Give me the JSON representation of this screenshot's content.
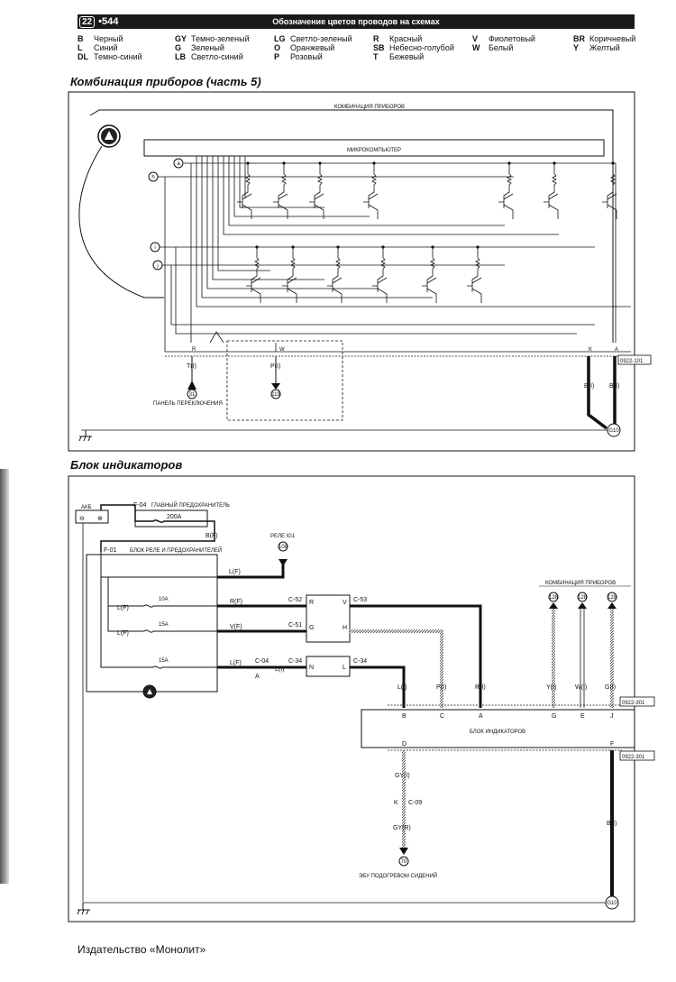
{
  "header": {
    "chapter": "22",
    "page": "544",
    "title": "Обозначение цветов проводов на схемах"
  },
  "legend": [
    [
      {
        "code": "B",
        "name": "Черный"
      },
      {
        "code": "L",
        "name": "Синий"
      },
      {
        "code": "DL",
        "name": "Темно-синий"
      }
    ],
    [
      {
        "code": "GY",
        "name": "Темно-зеленый"
      },
      {
        "code": "G",
        "name": "Зеленый"
      },
      {
        "code": "LB",
        "name": "Светло-синий"
      }
    ],
    [
      {
        "code": "LG",
        "name": "Светло-зеленый"
      },
      {
        "code": "O",
        "name": "Оранжевый"
      },
      {
        "code": "P",
        "name": "Розовый"
      }
    ],
    [
      {
        "code": "R",
        "name": "Красный"
      },
      {
        "code": "SB",
        "name": "Небесно-голубой"
      },
      {
        "code": "T",
        "name": "Бежевый"
      }
    ],
    [
      {
        "code": "V",
        "name": "Фиолетовый"
      },
      {
        "code": "W",
        "name": "Белый"
      }
    ],
    [
      {
        "code": "BR",
        "name": "Коричневый"
      },
      {
        "code": "Y",
        "name": "Желтый"
      }
    ]
  ],
  "section1": {
    "title": "Комбинация приборов (часть 5)",
    "cluster": "КОМБИНАЦИЯ ПРИБОРОВ",
    "micro": "МИКРОКОМПЬЮТЕР",
    "pin_h": "h",
    "pin_i": "i",
    "pin_j": "j",
    "pin_a": "a",
    "pin_R": "R",
    "pin_W": "W",
    "pin_K": "K",
    "pin_A": "A",
    "wire_T": "T(I)",
    "wire_P": "P(I)",
    "wire_B1": "B(I)",
    "wire_B2": "B(I)",
    "conn": "0922-101",
    "ref31": "31",
    "ref119": "119",
    "switch_panel": "ПАНЕЛЬ ПЕРЕКЛЮЧЕНИЯ",
    "ground": "G10"
  },
  "section2": {
    "title": "Блок индикаторов",
    "battery": "АКБ",
    "minus": "⊖",
    "plus": "⊕",
    "fuse_main_id": "F-04",
    "fuse_main_name": "ГЛАВНЫЙ ПРЕДОХРАНИТЕЛЬ",
    "fuse_main_rating": "200A",
    "wire_BF": "B(F)",
    "relay_block_id": "F-01",
    "relay_block_name": "БЛОК РЕЛЕ И ПРЕДОХРАНИТЕЛЕЙ",
    "relay_ig1": "РЕЛЕ IG1",
    "ref108": "108",
    "wire_LF_top": "L(F)",
    "fuse10": "10A",
    "fuse15a": "15A",
    "fuse15b": "15A",
    "wire_LF1": "L(F)",
    "wire_LF2": "L(F)",
    "wire_RF": "R(F)",
    "wire_VF": "V(F)",
    "wire_LF3": "L(F)",
    "c52": "C-52",
    "c51": "C-51",
    "c53": "C-53",
    "c04": "C-04",
    "c34a": "C-34",
    "c34b": "C-34",
    "pin_A_c04": "A",
    "wire_LI": "L(I)",
    "box1_R": "R",
    "box1_V": "V",
    "box1_G": "G",
    "box1_H": "H",
    "box2_N": "N",
    "box2_L": "L",
    "cluster2": "КОМБИНАЦИЯ ПРИБОРОВ",
    "ref128a": "128",
    "ref128b": "128",
    "ref128c": "128",
    "w_L": "L(I)",
    "w_P": "P(I)",
    "w_R": "R(I)",
    "w_Y": "Y(I)",
    "w_W": "W(I)",
    "w_G": "G(I)",
    "conn1": "0922-301",
    "conn2": "0922-301",
    "p_B": "B",
    "p_C": "C",
    "p_A": "A",
    "p_G": "G",
    "p_E": "E",
    "p_J": "J",
    "p_D": "D",
    "p_F": "F",
    "indicator": "БЛОК ИНДИКАТОРОВ",
    "w_GYI": "GY(I)",
    "c09_k": "K",
    "c09": "C-09",
    "w_GYR": "GY(R)",
    "w_BI": "B(I)",
    "ref70": "70",
    "seat_ecu": "ЭБУ ПОДОГРЕВОМ СИДЕНИЙ",
    "ground": "G10"
  },
  "footer": "Издательство «Монолит»"
}
